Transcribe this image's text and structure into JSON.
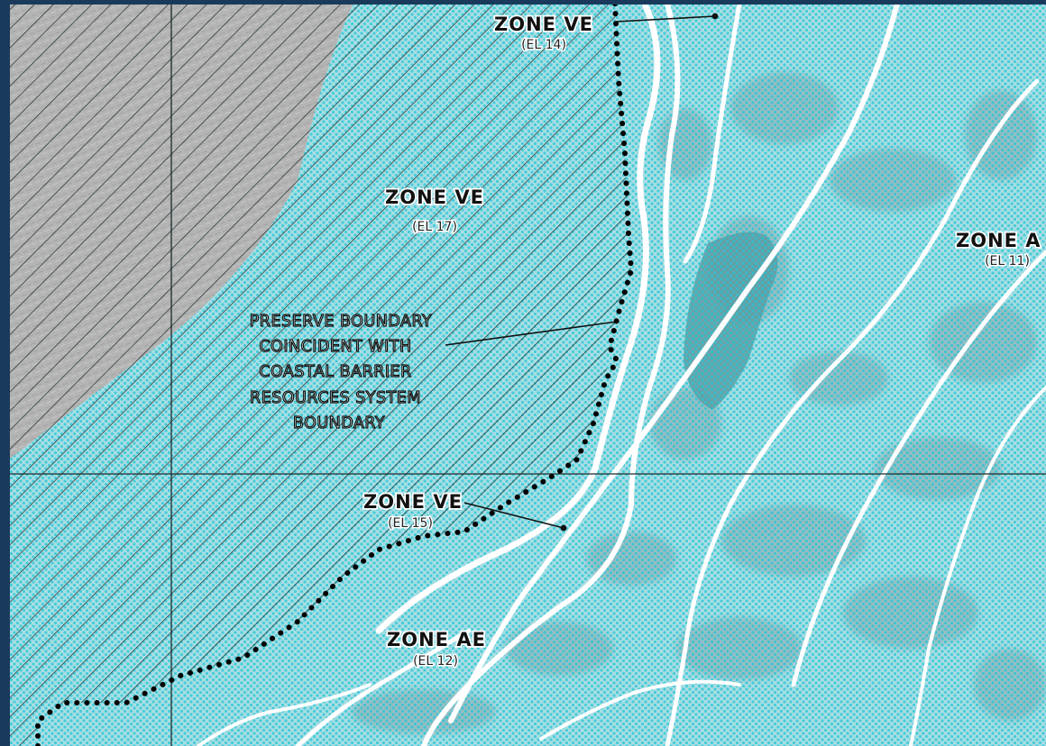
{
  "map": {
    "zones": [
      {
        "id": "ve14",
        "label": "ZONE VE",
        "elevation": "(EL 14)"
      },
      {
        "id": "ve17",
        "label": "ZONE VE",
        "elevation": "(EL 17)"
      },
      {
        "id": "a11",
        "label": "ZONE A",
        "elevation": "(EL 11)"
      },
      {
        "id": "ve15",
        "label": "ZONE VE",
        "elevation": "(EL 15)"
      },
      {
        "id": "ae12",
        "label": "ZONE AE",
        "elevation": "(EL 12)"
      }
    ],
    "annotation": {
      "lines": [
        "PRESERVE BOUNDARY",
        "COINCIDENT WITH",
        "COASTAL BARRIER",
        "RESOURCES SYSTEM",
        "BOUNDARY"
      ]
    },
    "colors": {
      "frame": "#1a3a5c",
      "flood_zone": "#a8dde2",
      "upland": "#b4b4b4",
      "dots": "#22c6d6",
      "roads": "#ffffff",
      "boundary": "#000000",
      "hatch": "#1a2a2a"
    }
  }
}
